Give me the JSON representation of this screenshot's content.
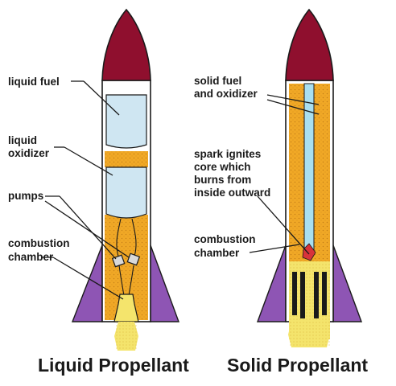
{
  "liquid": {
    "labels": {
      "fuel": "liquid fuel",
      "oxidizer_line1": "liquid",
      "oxidizer_line2": "oxidizer",
      "pumps": "pumps",
      "chamber_line1": "combustion",
      "chamber_line2": "chamber"
    },
    "caption": "Liquid Propellant"
  },
  "solid": {
    "labels": {
      "fuel_line1": "solid fuel",
      "fuel_line2": "and oxidizer",
      "spark_line1": "spark ignites",
      "spark_line2": "core which",
      "spark_line3": "burns from",
      "spark_line4": "inside outward",
      "chamber_line1": "combustion",
      "chamber_line2": "chamber"
    },
    "caption": "Solid Propellant"
  },
  "colors": {
    "nose": "#8f0f2e",
    "body": "#ffffff",
    "fin": "#8e55b4",
    "propellant": "#f0a826",
    "liquid_tank": "#cfe6f2",
    "core": "#a9dff0",
    "flame": "#f4e46c",
    "spark": "#d8323a",
    "outline": "#1a1a1a"
  }
}
